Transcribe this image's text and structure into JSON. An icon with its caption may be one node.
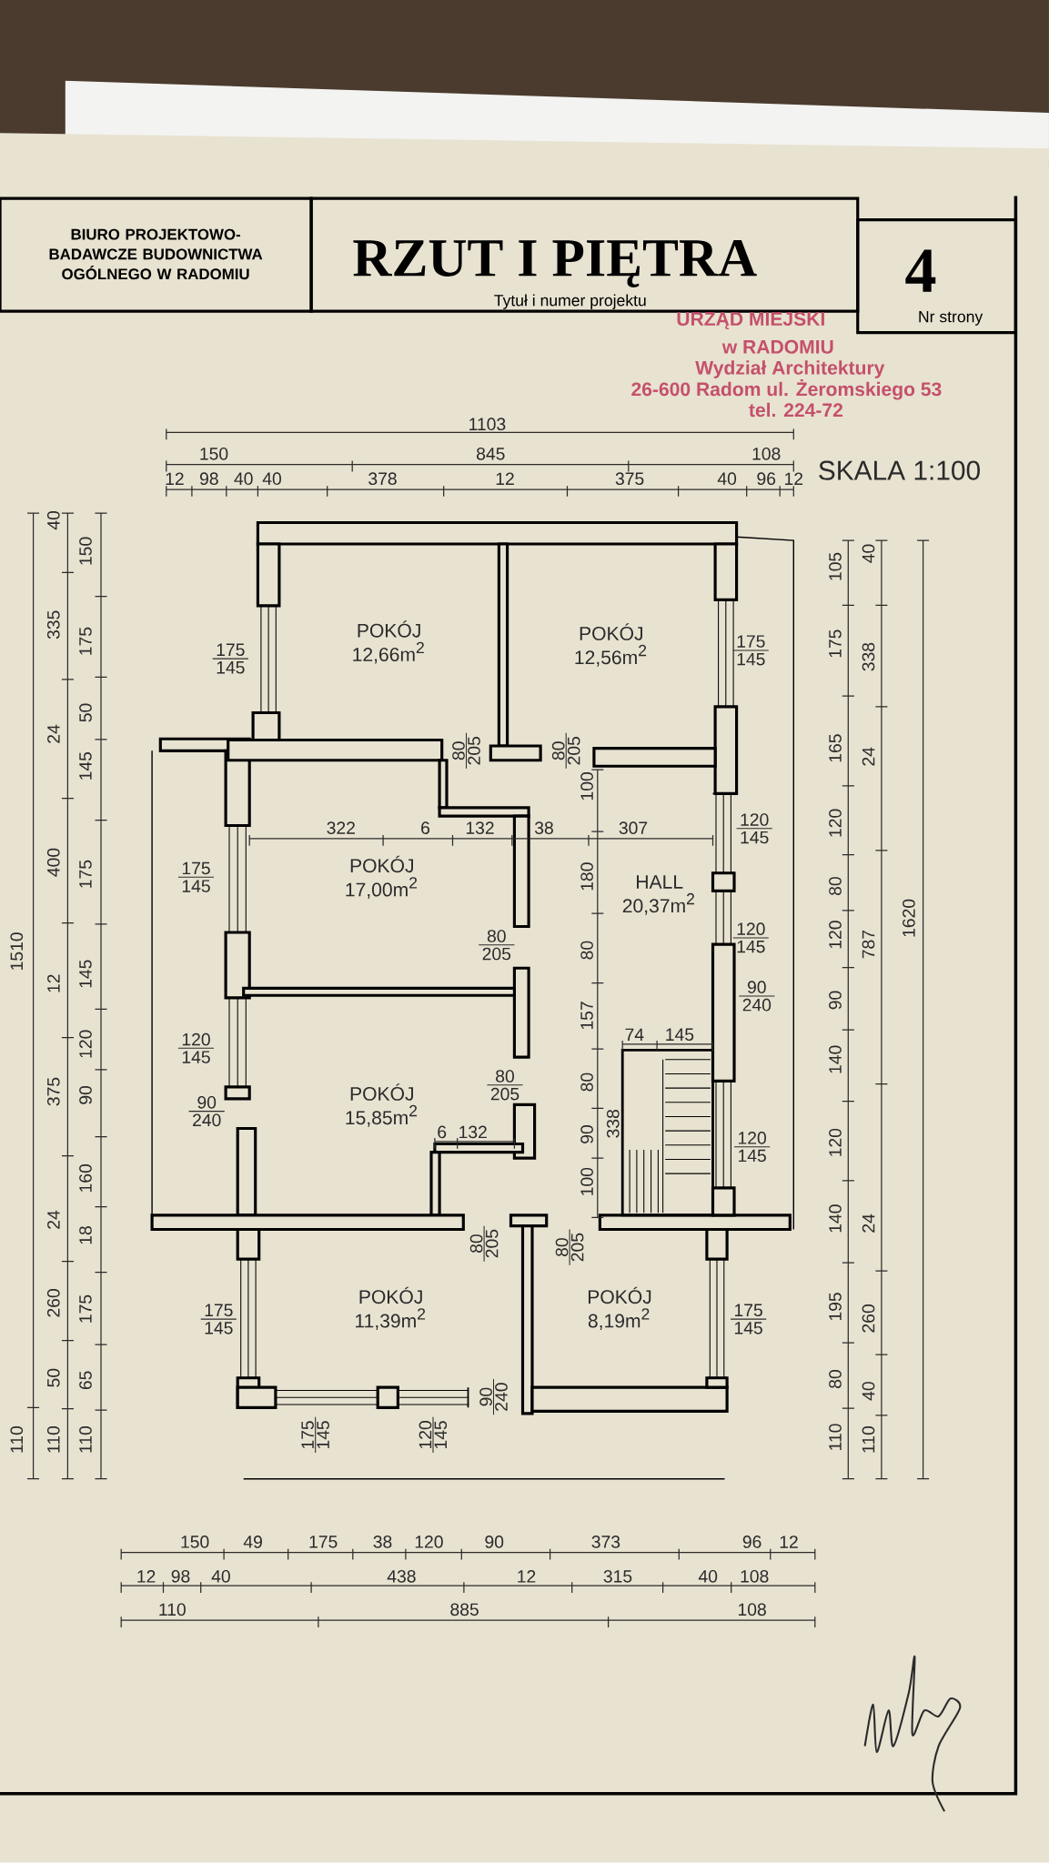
{
  "diagram": {
    "nodes": [
      {
        "text": [
          "BIURO PROJEKTOWO-BADAWCZE BUDOWNICTWA OGÓLNEGO W RADOMIU"
        ]
      },
      {
        "text": [
          "RZUT I PIĘTRA",
          "Tytuł i numer projektu"
        ]
      },
      {
        "text": [
          "4",
          "Nr strony"
        ]
      },
      {
        "text": [
          "POKÓJ",
          "12,66m$^{2}$"
        ]
      },
      {
        "text": [
          "POKÓJ",
          "12,56m$^{2}$"
        ]
      },
      {
        "text": [
          "POKÓJ",
          "17,00m$^{2}$"
        ]
      },
      {
        "text": [
          "HALL",
          "20,37m$^{2}$"
        ]
      },
      {
        "text": [
          "POKÓJ",
          "15,85m$^{2}$"
        ]
      },
      {
        "text": [
          "POKÓJ",
          "11,39m$^{2}$"
        ]
      },
      {
        "text": [
          "POKÓJ",
          "8,19m$^{2}$"
        ]
      }
    ],
    "labels": [
      "URZĄD MIEJSKI",
      "w RADOMIU",
      "Wydział Architektury",
      "26-600 Radom ul. Żeromskiego 53",
      "tel. 224-72",
      "1103",
      "150",
      "845",
      "108",
      "SKALA 1:100",
      "12",
      "98",
      "40",
      "40",
      "378",
      "12",
      "375",
      "40",
      "96",
      "12",
      "1510",
      "40",
      "335",
      "24",
      "400",
      "12",
      "375",
      "24",
      "260",
      "50",
      "110",
      "110",
      "150",
      "175",
      "50",
      "145",
      "175",
      "145",
      "120",
      "90",
      "160",
      "18",
      "175",
      "65",
      "110",
      "105",
      "175",
      "165",
      "120",
      "80",
      "120",
      "90",
      "140",
      "120",
      "140",
      "195",
      "80",
      "110",
      "40",
      "338",
      "24",
      "787",
      "24",
      "260",
      "40",
      "110",
      "1620",
      "175",
      "145",
      "175",
      "145",
      "80",
      "205",
      "80",
      "205",
      "100",
      "322",
      "6",
      "132",
      "38",
      "307",
      "120",
      "145",
      "175",
      "145",
      "180",
      "80",
      "205",
      "80",
      "120",
      "145",
      "90",
      "240",
      "157",
      "120",
      "145",
      "74",
      "145",
      "80",
      "205",
      "80",
      "90",
      "240",
      "6",
      "132",
      "90",
      "338",
      "120",
      "145",
      "100",
      "80",
      "205",
      "80",
      "205",
      "175",
      "145",
      "175",
      "145",
      "90",
      "240",
      "175",
      "145",
      "120",
      "145",
      "150",
      "49",
      "175",
      "38",
      "120",
      "90",
      "373",
      "96",
      "12",
      "12",
      "98",
      "40",
      "438",
      "12",
      "315",
      "40",
      "108",
      "110",
      "885",
      "108"
    ]
  }
}
